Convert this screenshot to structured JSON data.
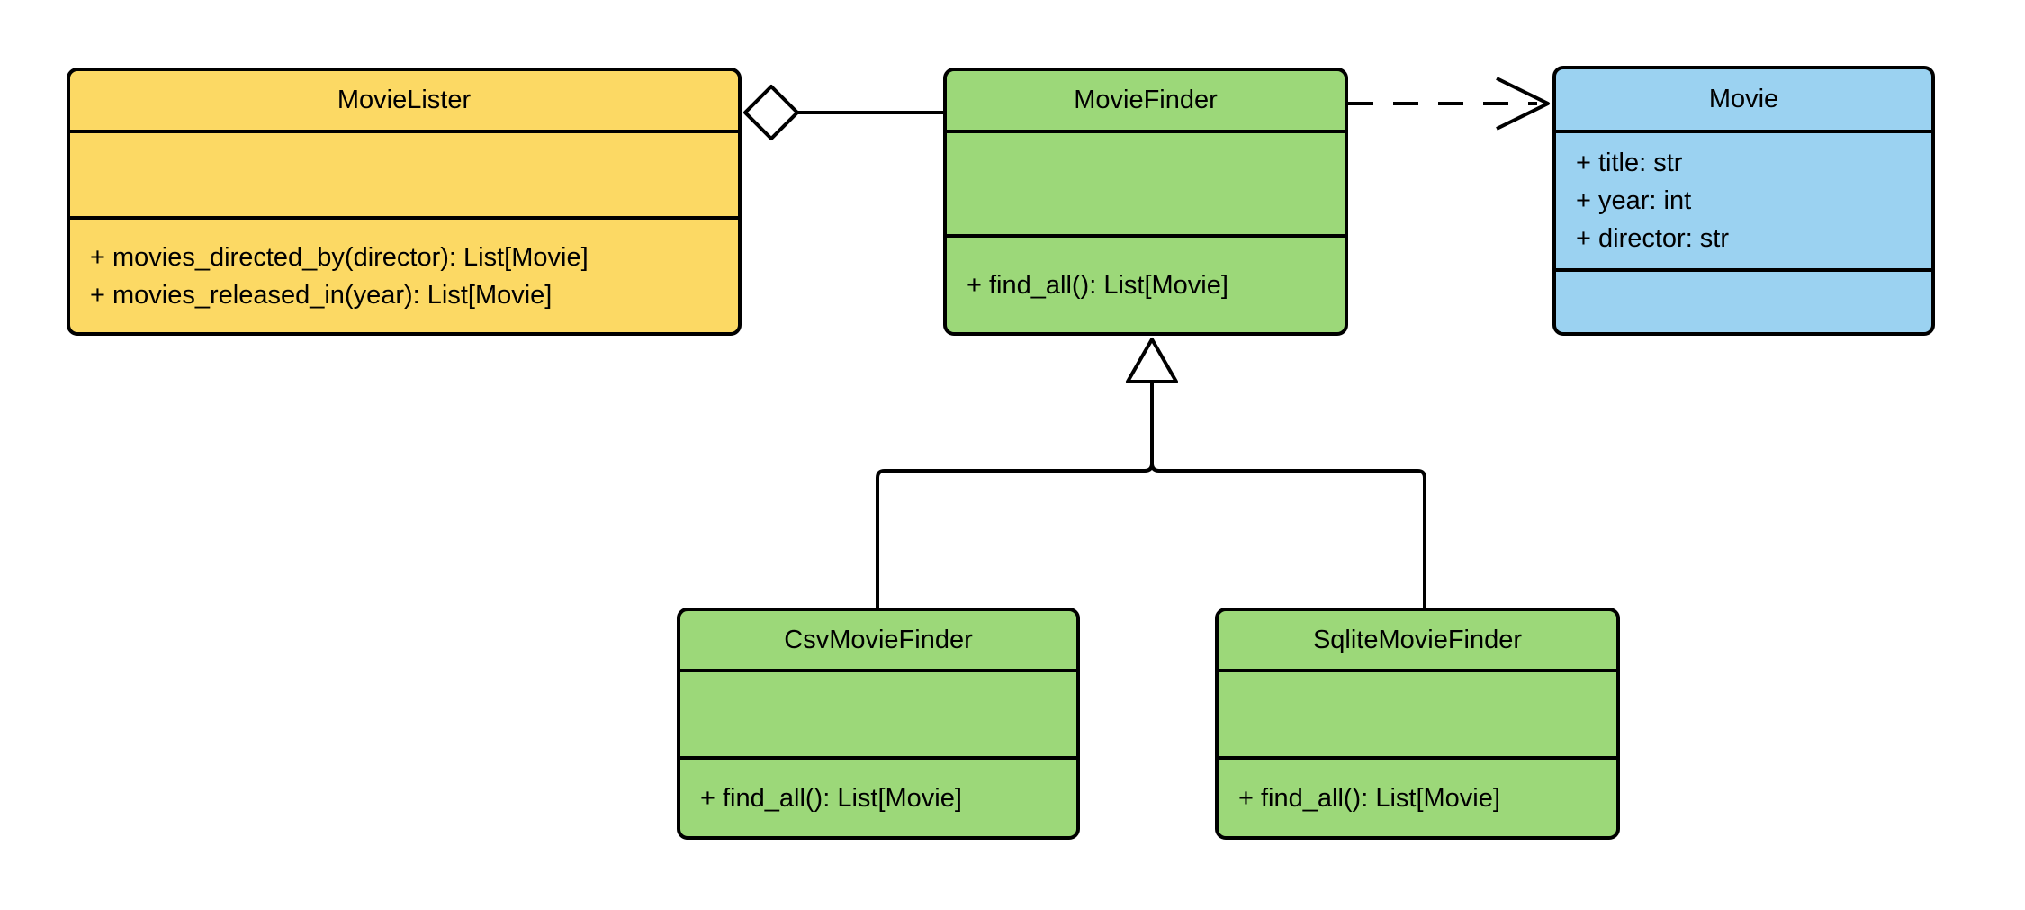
{
  "diagram": {
    "type": "uml-class-diagram",
    "background_color": "#ffffff",
    "stroke_color": "#000000",
    "classes": {
      "movie_lister": {
        "name": "MovieLister",
        "fill": "#FCD964",
        "attributes": [],
        "methods": [
          "+ movies_directed_by(director): List[Movie]",
          "+ movies_released_in(year): List[Movie]"
        ]
      },
      "movie_finder": {
        "name": "MovieFinder",
        "fill": "#9CD879",
        "attributes": [],
        "methods": [
          "+ find_all(): List[Movie]"
        ]
      },
      "movie": {
        "name": "Movie",
        "fill": "#9BD2F1",
        "attributes": [
          "+ title: str",
          "+ year: int",
          "+ director: str"
        ],
        "methods": []
      },
      "csv_movie_finder": {
        "name": "CsvMovieFinder",
        "fill": "#9CD879",
        "attributes": [],
        "methods": [
          "+ find_all(): List[Movie]"
        ]
      },
      "sqlite_movie_finder": {
        "name": "SqliteMovieFinder",
        "fill": "#9CD879",
        "attributes": [],
        "methods": [
          "+ find_all(): List[Movie]"
        ]
      }
    },
    "relations": [
      {
        "from": "MovieLister",
        "to": "MovieFinder",
        "type": "aggregation"
      },
      {
        "from": "MovieFinder",
        "to": "Movie",
        "type": "dependency"
      },
      {
        "from": "CsvMovieFinder",
        "to": "MovieFinder",
        "type": "inheritance"
      },
      {
        "from": "SqliteMovieFinder",
        "to": "MovieFinder",
        "type": "inheritance"
      }
    ]
  }
}
